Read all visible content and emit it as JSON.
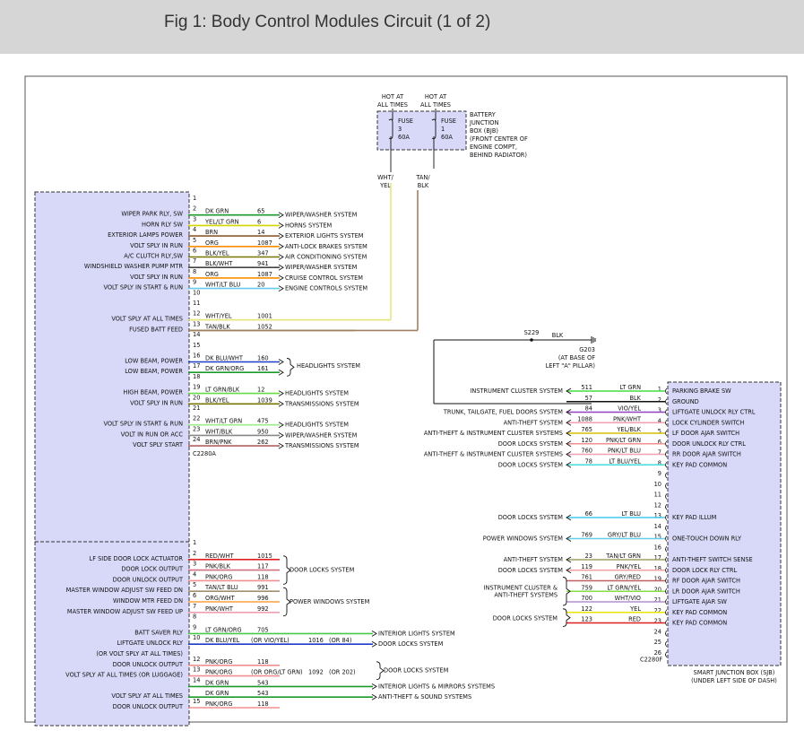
{
  "title": "Fig 1: Body Control Modules Circuit (1 of 2)",
  "colors": {
    "module_fill": "#d8d8f8",
    "frame": "#555555",
    "title_bar": "#d6d6d6"
  },
  "battery_junction": {
    "labels": [
      "BATTERY",
      "JUNCTION",
      "BOX (BJB)",
      "(FRONT CENTER OF",
      "ENGINE COMPT,",
      "BEHIND RADIATOR)"
    ],
    "fuses": [
      {
        "hot": [
          "HOT AT",
          "ALL TIMES"
        ],
        "lines": [
          "FUSE",
          "3",
          "60A"
        ],
        "wire": [
          "WHT/",
          "YEL"
        ]
      },
      {
        "hot": [
          "HOT AT",
          "ALL TIMES"
        ],
        "lines": [
          "FUSE",
          "1",
          "60A"
        ],
        "wire": [
          "TAN/",
          "BLK"
        ]
      }
    ]
  },
  "ground": {
    "splice": "S229",
    "color": "BLK",
    "label": [
      "G203",
      "(AT BASE OF",
      "LEFT \"A\" PILLAR)"
    ]
  },
  "connector_a": "C2280A",
  "connector_f": "C2280F",
  "left_top_pins": [
    {
      "pin": "1",
      "label": "",
      "color": "",
      "circuit": "",
      "dest": "",
      "wc": ""
    },
    {
      "pin": "2",
      "label": "WIPER PARK RLY, SW",
      "color": "DK GRN",
      "circuit": "65",
      "dest": "WIPER/WASHER SYSTEM",
      "wc": "#1a9a2a"
    },
    {
      "pin": "3",
      "label": "HORN RLY SW",
      "color": "YEL/LT GRN",
      "circuit": "6",
      "dest": "HORNS SYSTEM",
      "wc": "#d4d400"
    },
    {
      "pin": "4",
      "label": "EXTERIOR LAMPS POWER",
      "color": "BRN",
      "circuit": "14",
      "dest": "EXTERIOR LIGHTS SYSTEM",
      "wc": "#8b5a2b"
    },
    {
      "pin": "5",
      "label": "VOLT SPLY IN RUN",
      "color": "ORG",
      "circuit": "1087",
      "dest": "ANTI-LOCK BRAKES SYSTEM",
      "wc": "#ff8c00"
    },
    {
      "pin": "6",
      "label": "A/C CLUTCH RLY,SW",
      "color": "BLK/YEL",
      "circuit": "347",
      "dest": "AIR CONDITIONING SYSTEM",
      "wc": "#777700"
    },
    {
      "pin": "7",
      "label": "WINDSHIELD WASHER PUMP MTR",
      "color": "BLK/WHT",
      "circuit": "941",
      "dest": "WIPER/WASHER SYSTEM",
      "wc": "#444444"
    },
    {
      "pin": "8",
      "label": "VOLT SPLY IN RUN",
      "color": "ORG",
      "circuit": "1087",
      "dest": "CRUISE CONTROL SYSTEM",
      "wc": "#ff8c00"
    },
    {
      "pin": "9",
      "label": "VOLT SPLY IN START & RUN",
      "color": "WHT/LT BLU",
      "circuit": "20",
      "dest": "ENGINE CONTROLS SYSTEM",
      "wc": "#66ccee"
    },
    {
      "pin": "10",
      "label": "",
      "color": "",
      "circuit": "",
      "dest": "",
      "wc": ""
    },
    {
      "pin": "11",
      "label": "",
      "color": "",
      "circuit": "",
      "dest": "",
      "wc": ""
    },
    {
      "pin": "12",
      "label": "VOLT SPLY AT ALL TIMES",
      "color": "WHT/YEL",
      "circuit": "1001",
      "dest": "",
      "wc": "#e6e680"
    },
    {
      "pin": "13",
      "label": "FUSED BATT FEED",
      "color": "TAN/BLK",
      "circuit": "1052",
      "dest": "",
      "wc": "#a08060"
    },
    {
      "pin": "14",
      "label": "",
      "color": "",
      "circuit": "",
      "dest": "",
      "wc": ""
    },
    {
      "pin": "15",
      "label": "",
      "color": "",
      "circuit": "",
      "dest": "",
      "wc": ""
    },
    {
      "pin": "16",
      "label": "LOW BEAM, POWER",
      "color": "DK BLU/WHT",
      "circuit": "160",
      "dest": "",
      "wc": "#1e3cc8"
    },
    {
      "pin": "17",
      "label": "LOW BEAM, POWER",
      "color": "DK GRN/ORG",
      "circuit": "161",
      "dest": "",
      "wc": "#1a9a2a"
    },
    {
      "pin": "18",
      "label": "",
      "color": "",
      "circuit": "",
      "dest": "",
      "wc": ""
    },
    {
      "pin": "19",
      "label": "HIGH BEAM, POWER",
      "color": "LT GRN/BLK",
      "circuit": "12",
      "dest": "HEADLIGHTS SYSTEM",
      "wc": "#66dd44"
    },
    {
      "pin": "20",
      "label": "VOLT SPLY IN RUN",
      "color": "BLK/YEL",
      "circuit": "1039",
      "dest": "TRANSMISSIONS SYSTEM",
      "wc": "#777700"
    },
    {
      "pin": "21",
      "label": "",
      "color": "",
      "circuit": "",
      "dest": "",
      "wc": ""
    },
    {
      "pin": "22",
      "label": "VOLT SPLY IN START & RUN",
      "color": "WHT/LT GRN",
      "circuit": "475",
      "dest": "HEADLIGHTS SYSTEM",
      "wc": "#99ee88"
    },
    {
      "pin": "23",
      "label": "VOLT IN RUN OR ACC",
      "color": "WHT/BLK",
      "circuit": "950",
      "dest": "WIPER/WASHER SYSTEM",
      "wc": "#888888"
    },
    {
      "pin": "24",
      "label": "VOLT SPLY START",
      "color": "BRN/PNK",
      "circuit": "262",
      "dest": "TRANSMISSIONS SYSTEM",
      "wc": "#b06060"
    }
  ],
  "headlights_group": "HEADLIGHTS SYSTEM",
  "left_bottom_pins": [
    {
      "pin": "1",
      "label": "",
      "color": "",
      "circuit": "",
      "dest": "",
      "wc": ""
    },
    {
      "pin": "2",
      "label": "LF SIDE DOOR LOCK ACTUATOR",
      "color": "RED/WHT",
      "circuit": "1015",
      "dest": "",
      "wc": "#e02020"
    },
    {
      "pin": "3",
      "label": "DOOR LOCK OUTPUT",
      "color": "PNK/BLK",
      "circuit": "117",
      "dest": "",
      "wc": "#d07080"
    },
    {
      "pin": "4",
      "label": "DOOR UNLOCK OUTPUT",
      "color": "PNK/ORG",
      "circuit": "118",
      "dest": "",
      "wc": "#f09090"
    },
    {
      "pin": "5",
      "label": "MASTER WINDOW ADJUST SW FEED DN",
      "color": "TAN/LT BLU",
      "circuit": "991",
      "dest": "",
      "wc": "#a09070"
    },
    {
      "pin": "6",
      "label": "WINDOW MTR FEED DN",
      "color": "ORG/WHT",
      "circuit": "996",
      "dest": "",
      "wc": "#ffa040"
    },
    {
      "pin": "7",
      "label": "MASTER WINDOW ADJUST SW FEED UP",
      "color": "PNK/WHT",
      "circuit": "992",
      "dest": "",
      "wc": "#f0a0b0"
    },
    {
      "pin": "8",
      "label": "",
      "color": "",
      "circuit": "",
      "dest": "",
      "wc": ""
    },
    {
      "pin": "9",
      "label": "BATT SAVER RLY",
      "color": "LT GRN/ORG",
      "circuit": "705",
      "dest": "INTERIOR LIGHTS SYSTEM",
      "wc": "#44cc44"
    },
    {
      "pin": "10",
      "label": "LIFTGATE UNLOCK RLY",
      "color": "DK BLU/YEL",
      "circuit": "1016",
      "alt_color": "(OR VIO/YEL)",
      "alt_circuit": "(OR 84)",
      "dest": "DOOR LOCKS SYSTEM",
      "wc": "#1e3cc8"
    },
    {
      "pin": "",
      "label": "(OR VOLT SPLY AT ALL TIMES)",
      "color": "",
      "circuit": "",
      "dest": "",
      "wc": ""
    },
    {
      "pin": "12",
      "label": "DOOR UNLOCK OUTPUT",
      "color": "PNK/ORG",
      "circuit": "118",
      "dest": "",
      "wc": "#f09090"
    },
    {
      "pin": "13",
      "label": "VOLT SPLY AT ALL TIMES (OR LUGGAGE)",
      "color": "PNK/ORG",
      "circuit": "1092",
      "alt_color": "(OR ORG/LT GRN)",
      "alt_circuit": "(OR 202)",
      "dest": "",
      "wc": "#f09090"
    },
    {
      "pin": "14",
      "label": "",
      "color": "DK GRN",
      "circuit": "543",
      "dest": "INTERIOR LIGHTS & MIRRORS SYSTEMS",
      "wc": "#1a9a2a"
    },
    {
      "pin": "",
      "label": "VOLT SPLY AT ALL TIMES",
      "color": "DK GRN",
      "circuit": "543",
      "dest": "ANTI-THEFT & SOUND SYSTEMS",
      "wc": "#1a9a2a"
    },
    {
      "pin": "15",
      "label": "DOOR UNLOCK OUTPUT",
      "color": "PNK/ORG",
      "circuit": "118",
      "dest": "",
      "wc": "#f09090"
    }
  ],
  "bottom_groups": {
    "door_locks": "DOOR LOCKS SYSTEM",
    "power_windows": "POWER WINDOWS SYSTEM",
    "door_locks_2": "DOOR LOCKS SYSTEM"
  },
  "right_pins": [
    {
      "pin": "1",
      "label": "PARKING BRAKE SW",
      "color": "LT GRN",
      "circuit": "511",
      "dest": "INSTRUMENT CLUSTER SYSTEM",
      "wc": "#44dd44"
    },
    {
      "pin": "2",
      "label": "GROUND",
      "color": "BLK",
      "circuit": "57",
      "dest": "",
      "wc": "#111111"
    },
    {
      "pin": "3",
      "label": "LIFTGATE UNLOCK RLY CTRL",
      "color": "VIO/YEL",
      "circuit": "84",
      "dest": "TRUNK, TAILGATE, FUEL DOORS SYSTEM",
      "wc": "#9040c0"
    },
    {
      "pin": "4",
      "label": "LOCK CYLINDER SWITCH",
      "color": "PNK/WHT",
      "circuit": "1088",
      "dest": "ANTI-THEFT SYSTEM",
      "wc": "#f0a0b0"
    },
    {
      "pin": "5",
      "label": "LF DOOR AJAR SWITCH",
      "color": "YEL/BLK",
      "circuit": "765",
      "dest": "ANTI-THEFT & INSTRUMENT CLUSTER SYSTEMS",
      "wc": "#d4c000"
    },
    {
      "pin": "6",
      "label": "DOOR UNLOCK RLY CTRL",
      "color": "PNK/LT GRN",
      "circuit": "120",
      "dest": "DOOR LOCKS SYSTEM",
      "wc": "#f09090"
    },
    {
      "pin": "7",
      "label": "RR DOOR AJAR SWITCH",
      "color": "PNK/LT BLU",
      "circuit": "760",
      "dest": "ANTI-THEFT & INSTRUMENT CLUSTER SYSTEMS",
      "wc": "#f0a0b0"
    },
    {
      "pin": "8",
      "label": "KEY PAD COMMON",
      "color": "LT BLU/YEL",
      "circuit": "78",
      "dest": "DOOR LOCKS SYSTEM",
      "wc": "#44dddd"
    },
    {
      "pin": "9",
      "label": "",
      "color": "",
      "circuit": "",
      "dest": "",
      "wc": ""
    },
    {
      "pin": "10",
      "label": "",
      "color": "",
      "circuit": "",
      "dest": "",
      "wc": ""
    },
    {
      "pin": "11",
      "label": "",
      "color": "",
      "circuit": "",
      "dest": "",
      "wc": ""
    },
    {
      "pin": "12",
      "label": "",
      "color": "",
      "circuit": "",
      "dest": "",
      "wc": ""
    },
    {
      "pin": "13",
      "label": "KEY PAD ILLUM",
      "color": "LT BLU",
      "circuit": "66",
      "dest": "DOOR LOCKS SYSTEM",
      "wc": "#44ccee"
    },
    {
      "pin": "14",
      "label": "",
      "color": "",
      "circuit": "",
      "dest": "",
      "wc": ""
    },
    {
      "pin": "15",
      "label": "ONE-TOUCH DOWN RLY",
      "color": "GRY/LT BLU",
      "circuit": "769",
      "dest": "POWER WINDOWS SYSTEM",
      "wc": "#66ccee"
    },
    {
      "pin": "16",
      "label": "",
      "color": "",
      "circuit": "",
      "dest": "",
      "wc": ""
    },
    {
      "pin": "17",
      "label": "ANTI-THEFT SWITCH SENSE",
      "color": "TAN/LT GRN",
      "circuit": "23",
      "dest": "ANTI-THEFT SYSTEM",
      "wc": "#a0a060"
    },
    {
      "pin": "18",
      "label": "DOOR LOCK RLY CTRL",
      "color": "PNK/YEL",
      "circuit": "119",
      "dest": "DOOR LOCKS SYSTEM",
      "wc": "#f0a0a0"
    },
    {
      "pin": "19",
      "label": "RF DOOR AJAR SWITCH",
      "color": "GRY/RED",
      "circuit": "761",
      "dest": "",
      "wc": "#c06060"
    },
    {
      "pin": "20",
      "label": "LR DOOR AJAR SWITCH",
      "color": "LT GRN/YEL",
      "circuit": "759",
      "dest": "",
      "wc": "#88dd44"
    },
    {
      "pin": "21",
      "label": "LIFTGATE AJAR SW",
      "color": "WHT/VIO",
      "circuit": "700",
      "dest": "",
      "wc": "#b090d0"
    },
    {
      "pin": "22",
      "label": "KEY PAD COMMON",
      "color": "YEL",
      "circuit": "122",
      "dest": "",
      "wc": "#e6e600"
    },
    {
      "pin": "23",
      "label": "KEY PAD COMMON",
      "color": "RED",
      "circuit": "123",
      "dest": "",
      "wc": "#e02020"
    },
    {
      "pin": "24",
      "label": "",
      "color": "",
      "circuit": "",
      "dest": "",
      "wc": ""
    },
    {
      "pin": "25",
      "label": "",
      "color": "",
      "circuit": "",
      "dest": "",
      "wc": ""
    },
    {
      "pin": "26",
      "label": "",
      "color": "",
      "circuit": "",
      "dest": "",
      "wc": ""
    }
  ],
  "right_groups": {
    "cluster": [
      "INSTRUMENT CLUSTER &",
      "ANTI-THEFT SYSTEMS"
    ],
    "door_locks": "DOOR LOCKS SYSTEM"
  },
  "sjb_label": [
    "SMART JUNCTION BOX (SJB)",
    "(UNDER LEFT SIDE OF DASH)"
  ]
}
